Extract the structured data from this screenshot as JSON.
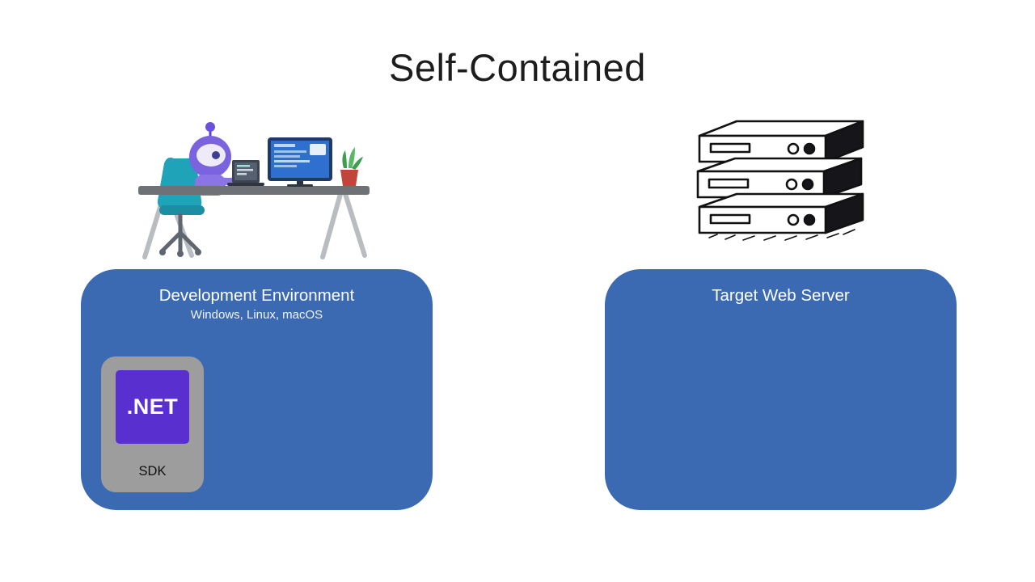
{
  "title": "Self-Contained",
  "left_box": {
    "title": "Development Environment",
    "subtitle": "Windows, Linux, macOS",
    "sdk": {
      "logo_text": ".NET",
      "label": "SDK"
    }
  },
  "right_box": {
    "title": "Target Web Server"
  },
  "illustrations": {
    "left": "developer-robot-at-desk",
    "right": "server-stack"
  },
  "colors": {
    "panel_blue": "#3b6ab2",
    "dotnet_purple": "#5a2fd0",
    "sdk_gray": "#9d9d9d",
    "title_text": "#1d1d1d",
    "chair_teal": "#1fa3b8",
    "robot_purple": "#7b63e0"
  }
}
